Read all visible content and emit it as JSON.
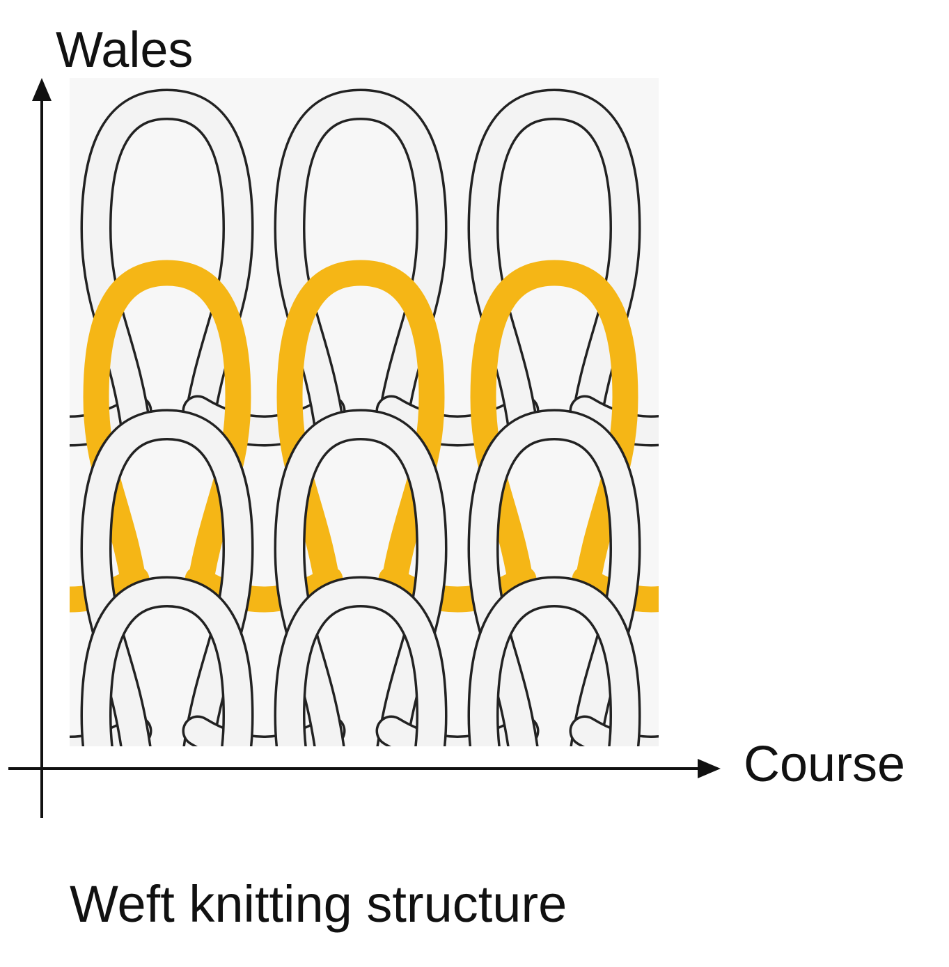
{
  "diagram": {
    "y_axis_label": "Wales",
    "x_axis_label": "Course",
    "caption": "Weft knitting structure",
    "colors": {
      "yarn_outline": "#222222",
      "yarn_fill": "#f3f3f3",
      "highlight_course": "#f5b616",
      "axis": "#111111",
      "panel_background": "#f7f7f7"
    },
    "structure": {
      "wales_count": 3,
      "course_rows": 3,
      "highlighted_course": 2
    }
  }
}
